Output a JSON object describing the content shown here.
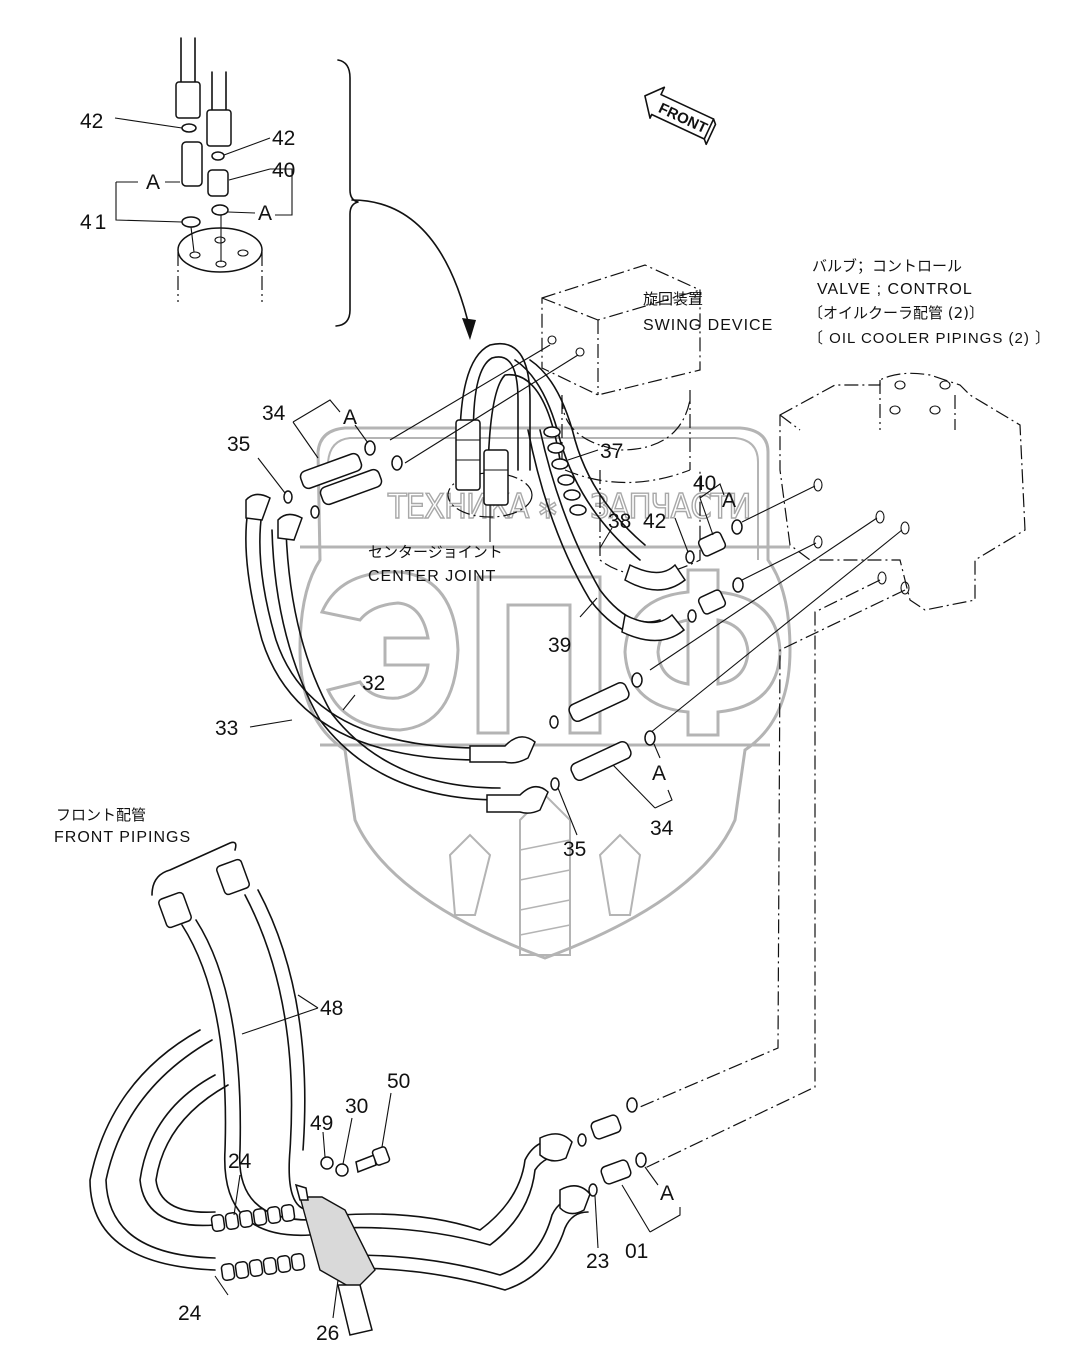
{
  "figure": {
    "title": "Hydraulic piping — swing device / control valve / front pipings",
    "watermark": {
      "logo_letters": "ЭПФ",
      "text_left": "ТЕХНИКА",
      "text_right": "ЗАПЧАСТИ",
      "color": "#b4b4b4"
    },
    "direction_indicator": "FRONT"
  },
  "components": {
    "swing_device": {
      "jp": "旋回装置",
      "en": "SWING DEVICE"
    },
    "center_joint": {
      "jp": "センタージョイント",
      "en": "CENTER JOINT"
    },
    "control_valve": {
      "jp": "バルブ；コントロール",
      "en": "VALVE ; CONTROL",
      "sub_jp": "〔オイルクーラ配管 (2)〕",
      "sub_en": "〔 OIL COOLER PIPINGS (2) 〕"
    },
    "front_pipings": {
      "jp": "フロント配管",
      "en": "FRONT PIPINGS"
    }
  },
  "callouts": {
    "inset_42a": "42",
    "inset_42b": "42",
    "inset_40": "40",
    "inset_41": "41",
    "inset_A1": "A",
    "inset_A2": "A",
    "c34_top": "34",
    "cA_top": "A",
    "c35_top": "35",
    "c37": "37",
    "c40": "40",
    "cA_40": "A",
    "c38": "38",
    "c42": "42",
    "c39": "39",
    "c32": "32",
    "c33": "33",
    "c34_bot": "34",
    "cA_bot": "A",
    "c35_bot": "35",
    "c48": "48",
    "c50": "50",
    "c30": "30",
    "c49": "49",
    "c24_top": "24",
    "c24_bot": "24",
    "c26": "26",
    "c23": "23",
    "c01": "01",
    "cA_01": "A"
  },
  "parts_list": [
    "01",
    "23",
    "24",
    "26",
    "30",
    "32",
    "33",
    "34",
    "35",
    "37",
    "38",
    "39",
    "40",
    "41",
    "42",
    "48",
    "49",
    "50"
  ]
}
